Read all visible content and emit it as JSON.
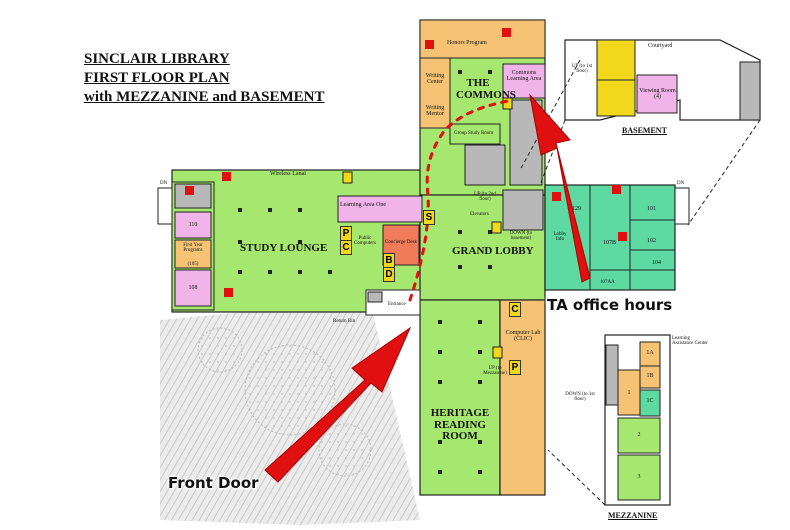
{
  "map": {
    "title_lines": [
      "SINCLAIR LIBRARY",
      "FIRST FLOOR PLAN",
      "with MEZZANINE and BASEMENT"
    ],
    "areas": {
      "study_lounge": "STUDY LOUNGE",
      "grand_lobby": "GRAND LOBBY",
      "the_commons": "THE COMMONS",
      "heritage_reading_room": "HERITAGE READING ROOM",
      "learning_area_one": "Learning Area One",
      "honors_program": "Honors Program",
      "writing_center": "Writing Center",
      "writing_mentor": "Writing Mentor",
      "commons_learning_area": "Commons Learning Area",
      "group_study_room": "Group Study Room",
      "wireless_lanai": "Wireless Lanai",
      "first_year_programs": "First Year Programs",
      "room_110": "110",
      "room_108": "108",
      "room_105": "(105)",
      "public_computers": "Public Computers",
      "concierge_desk": "Concierge Desk",
      "elevators": "Elevators",
      "up_2nd_floor": "UP (to 2nd floor)",
      "down_basement": "DOWN (to basement)",
      "up_mezzanine": "UP (to Mezzanine)",
      "computer_lab": "Computer Lab (CLIC)",
      "entrance": "Entrance",
      "return_bin": "Return Bin",
      "lobby_info": "Lobby Info",
      "room_129": "129",
      "room_101": "101",
      "room_102": "102",
      "room_104": "104",
      "room_107b": "107B",
      "room_107aa": "107AA",
      "dn_left": "DN",
      "dn_right": "DN",
      "letter_p": "P",
      "letter_c": "C",
      "letter_b": "B",
      "letter_d": "D",
      "letter_s": "S",
      "letter_c2": "C",
      "letter_p2": "P"
    },
    "basement": {
      "label": "BASEMENT",
      "courtyard": "Courtyard",
      "up_1st_floor": "UP (to 1st floor)",
      "viewing_room": "Viewing Room (4)"
    },
    "mezzanine": {
      "label": "MEZZANINE",
      "learning_assistance_center": "Learning Assistance Center",
      "down_1st_floor": "DOWN (to 1st floor)",
      "room_1a": "1A",
      "room_1b": "1B",
      "room_1c": "1C",
      "room_1": "1",
      "room_2": "2",
      "room_3": "3"
    },
    "annotations": {
      "front_door": "Front Door",
      "ta_office_hours": "TA office hours"
    },
    "colors": {
      "floor_green": "#a6e86f",
      "teal": "#5fd9a2",
      "orange": "#f6c374",
      "pink": "#f0b4e8",
      "gray": "#b8b8b8",
      "arrow_red": "#e01010",
      "salmon": "#f07b5a",
      "yellow": "#f2d81c"
    }
  }
}
